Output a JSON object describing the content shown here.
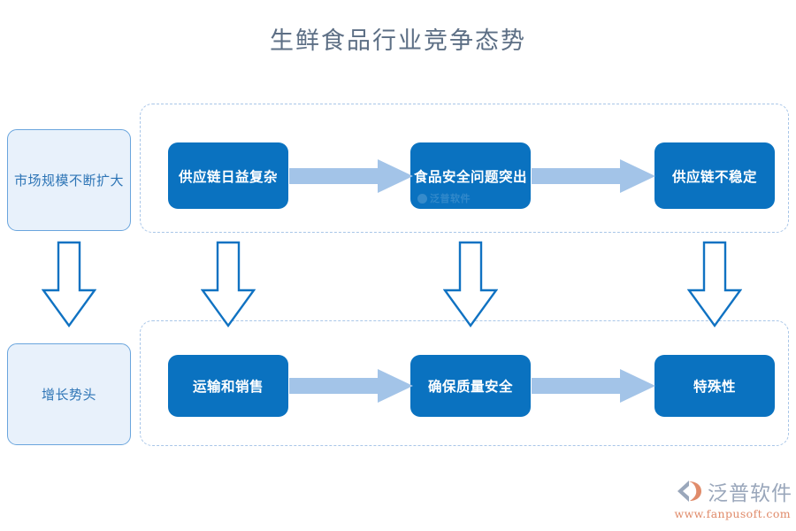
{
  "title": "生鲜食品行业竞争态势",
  "colors": {
    "title_text": "#5d6f85",
    "process_box_fill": "#0a72c0",
    "process_box_text": "#ffffff",
    "side_box_fill": "#e8f1fb",
    "side_box_border": "#6aa5dd",
    "side_box_text": "#2e75b6",
    "h_arrow_fill": "#a3c4e8",
    "v_arrow_stroke": "#1072c2",
    "group_dash_border": "#a9c6e8",
    "logo_text": "#9aa7bb",
    "logo_url": "#e08b6a"
  },
  "side_boxes": [
    {
      "label": "市场规模不断扩大"
    },
    {
      "label": "增长势头"
    }
  ],
  "groups": {
    "top": {
      "name": "top-process-group",
      "boxes": [
        {
          "label": "供应链日益复杂",
          "watermark": ""
        },
        {
          "label": "食品安全问题突出",
          "watermark": "泛普软件"
        },
        {
          "label": "供应链不稳定",
          "watermark": ""
        }
      ],
      "arrows": [
        {
          "name": "arrow-right-top-1"
        },
        {
          "name": "arrow-right-top-2"
        }
      ]
    },
    "bottom": {
      "name": "bottom-process-group",
      "boxes": [
        {
          "label": "运输和销售",
          "watermark": ""
        },
        {
          "label": "确保质量安全",
          "watermark": ""
        },
        {
          "label": "特殊性",
          "watermark": ""
        }
      ],
      "arrows": [
        {
          "name": "arrow-right-bottom-1"
        },
        {
          "name": "arrow-right-bottom-2"
        }
      ]
    }
  },
  "down_arrows": [
    {
      "name": "arrow-down-sidebar"
    },
    {
      "name": "arrow-down-1"
    },
    {
      "name": "arrow-down-2"
    },
    {
      "name": "arrow-down-3"
    }
  ],
  "logo": {
    "brand": "泛普软件",
    "url": "www.fanpusoft.com"
  }
}
